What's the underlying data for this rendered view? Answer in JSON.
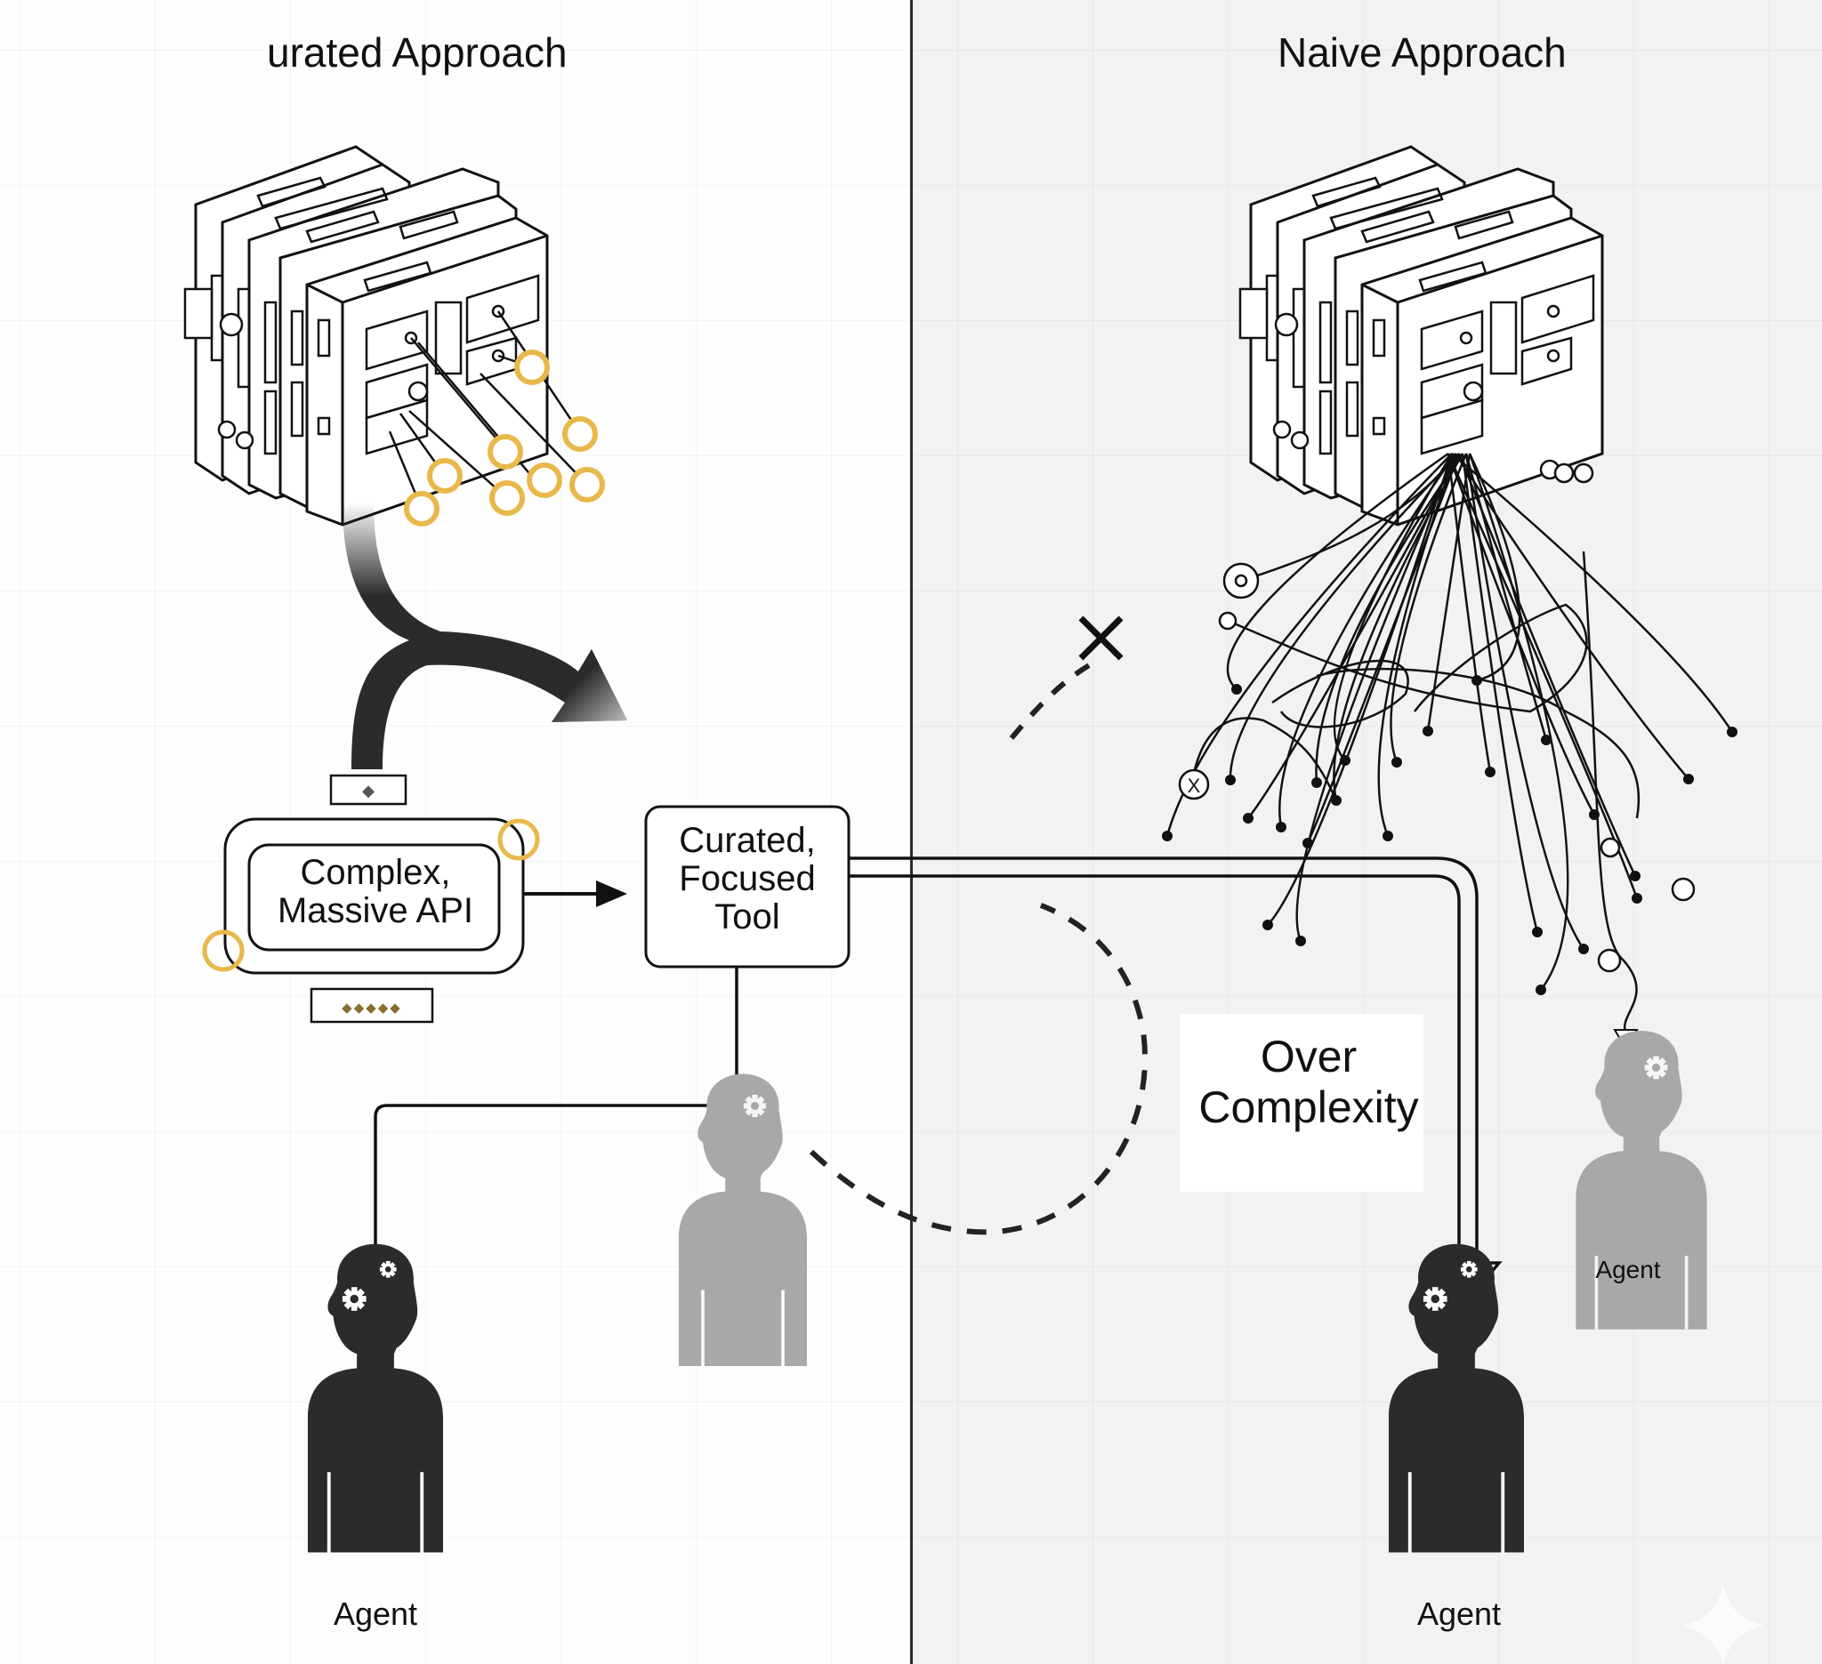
{
  "panels": {
    "left": {
      "title": "urated Approach",
      "background": "#fdfdfd"
    },
    "right": {
      "title": "Naive Approach",
      "background": "#f2f2f2"
    }
  },
  "left_flow": {
    "source_box": {
      "line1": "Complex,",
      "line2": "Massive API"
    },
    "target_box": {
      "line1": "Curated,",
      "line2": "Focused",
      "line3": "Tool"
    },
    "top_tag_glyph": "◆",
    "bottom_tag_glyph": "◆◆◆◆◆",
    "agent_label": "Agent"
  },
  "right_flow": {
    "callout": {
      "line1": "Over",
      "line2": "Complexity"
    },
    "agent_label": "Agent",
    "ghost_agent_label": "Agent",
    "x_mark": "✕",
    "circle_x_label": "X"
  },
  "colors": {
    "ink": "#1a1a1a",
    "accent_gold": "#e8b84a",
    "ghost_agent": "#a8a8a8",
    "agent_dark": "#2b2b2b"
  },
  "icons": {
    "server_stack": "server-stack-icon",
    "agent": "agent-brain-gears-icon",
    "sparkle": "sparkle-icon"
  }
}
